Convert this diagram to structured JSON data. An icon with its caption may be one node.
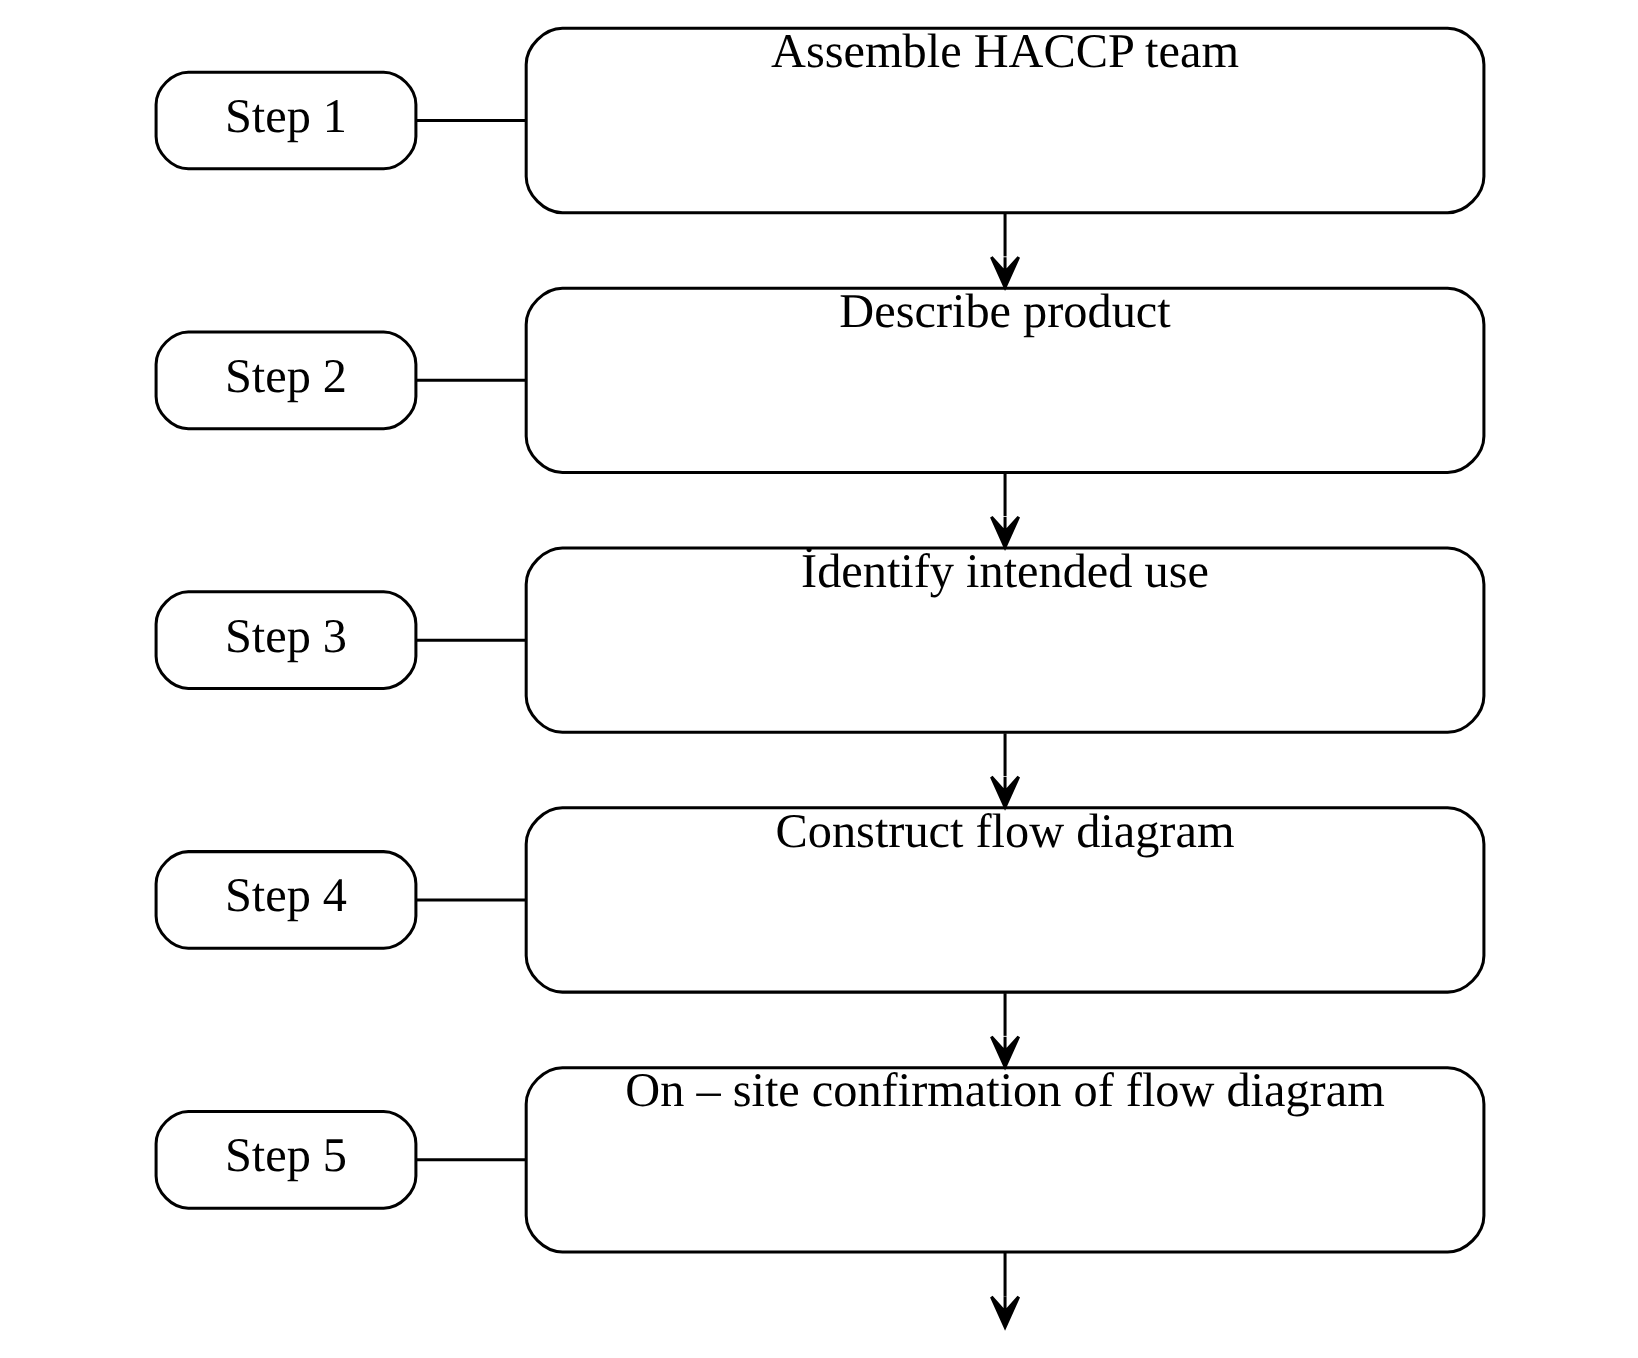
{
  "diagram": {
    "nodes": [
      {
        "text": [
          "Step 1"
        ]
      },
      {
        "text": [
          "Assemble HACCP team"
        ]
      },
      {
        "text": [
          "Step 2"
        ]
      },
      {
        "text": [
          "Describe product"
        ]
      },
      {
        "text": [
          "Step 3"
        ]
      },
      {
        "text": [
          "İdentify intended use"
        ]
      },
      {
        "text": [
          "Step 4"
        ]
      },
      {
        "text": [
          "Construct flow diagram"
        ]
      },
      {
        "text": [
          "Step 5"
        ]
      },
      {
        "text": [
          "On – site confirmation of flow diagram"
        ]
      }
    ],
    "edges": [
      {
        "from": 0,
        "to": 1,
        "arrow": "none"
      },
      {
        "from": 1,
        "to": 3,
        "arrow": "to"
      },
      {
        "from": 2,
        "to": 3,
        "arrow": "none"
      },
      {
        "from": 3,
        "to": 5,
        "arrow": "to"
      },
      {
        "from": 4,
        "to": 5,
        "arrow": "none"
      },
      {
        "from": 5,
        "to": 7,
        "arrow": "to"
      },
      {
        "from": 6,
        "to": 7,
        "arrow": "none"
      },
      {
        "from": 7,
        "to": 9,
        "arrow": "to"
      },
      {
        "from": 8,
        "to": 9,
        "arrow": "none"
      },
      {
        "from": 9,
        "to": null,
        "arrow": "to"
      }
    ]
  }
}
